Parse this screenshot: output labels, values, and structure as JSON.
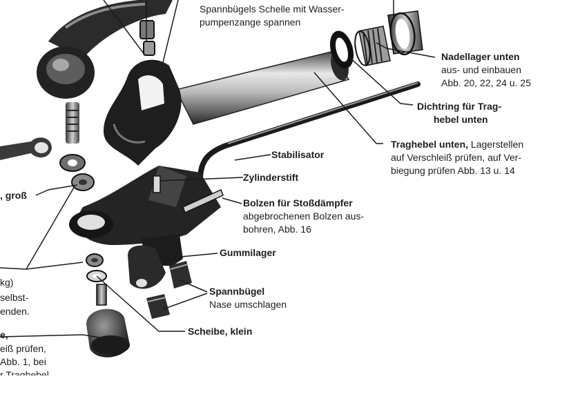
{
  "labels": {
    "top_note": {
      "lines": [
        "Spannbügels Schelle mit Wasser-",
        "pumpenzange spannen"
      ]
    },
    "nadellager": {
      "title": "Nadellager unten",
      "lines": [
        "aus- und einbauen",
        "Abb. 20, 22, 24 u. 25"
      ]
    },
    "dichtring": {
      "title_lines": [
        "Dichtring für Trag-",
        "hebel unten"
      ]
    },
    "traghebel": {
      "title": "Traghebel unten,",
      "title_rest": " Lagerstellen",
      "lines": [
        "auf Verschleiß prüfen, auf Ver-",
        "biegung prüfen Abb. 13 u. 14"
      ]
    },
    "stabilisator": {
      "title": "Stabilisator"
    },
    "zylinderstift": {
      "title": "Zylinderstift"
    },
    "bolzen": {
      "title": "Bolzen für Stoßdämpfer",
      "lines": [
        "abgebrochenen Bolzen aus-",
        "bohren, Abb. 16"
      ]
    },
    "gummilager": {
      "title": "Gummilager"
    },
    "spannbuegel": {
      "title": "Spannbügel",
      "lines": [
        "Nase umschlagen"
      ]
    },
    "scheibe_klein": {
      "title": "Scheibe, klein"
    },
    "gross": {
      "text": ", groß"
    },
    "left_kg": {
      "text": "kg)"
    },
    "left_selbst": {
      "text": "selbst-"
    },
    "left_enden": {
      "text": "enden."
    },
    "left_e": {
      "text": "e,"
    },
    "left_eiss": {
      "text": "eiß prüfen,"
    },
    "left_abb1": {
      "text": "Abb. 1, bei"
    },
    "left_cut": {
      "text": "r Traghebel"
    }
  },
  "colors": {
    "ink": "#1a1a1a",
    "metal_dark": "#1c1c1c",
    "metal_mid": "#6b6b6b",
    "metal_light": "#d9d9d9"
  }
}
